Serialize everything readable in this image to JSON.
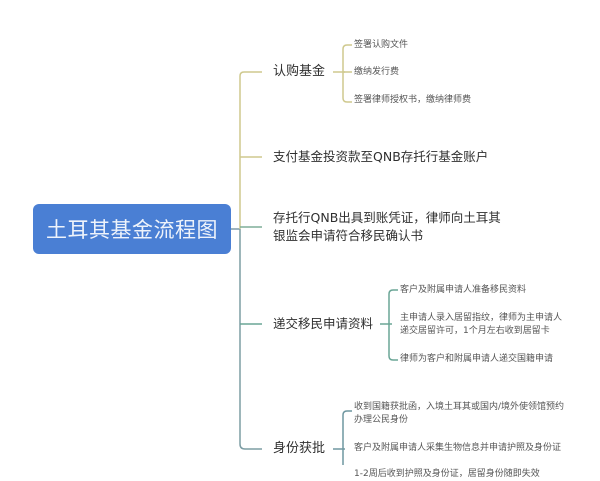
{
  "root": {
    "label": "土耳其基金流程图",
    "color": "#4a7fd4"
  },
  "branches": [
    {
      "label": "认购基金",
      "color": "#c9c48a",
      "children": [
        {
          "label": "签署认购文件"
        },
        {
          "label": "缴纳发行费"
        },
        {
          "label": "签署律师授权书，缴纳律师费"
        }
      ]
    },
    {
      "label": "支付基金投资款至QNB存托行基金账户",
      "color": "#c9c48a",
      "children": []
    },
    {
      "label_lines": [
        "存托行QNB出具到账凭证，律师向土耳其",
        "银监会申请符合移民确认书"
      ],
      "color": "#7fae98",
      "children": []
    },
    {
      "label": "递交移民申请资料",
      "color": "#6aa596",
      "children": [
        {
          "label": "客户及附属申请人准备移民资料"
        },
        {
          "label_lines": [
            "主申请人录入居留指纹，律师为主申请人",
            "递交居留许可，1个月左右收到居留卡"
          ]
        },
        {
          "label": "律师为客户和附属申请人递交国籍申请"
        }
      ]
    },
    {
      "label": "身份获批",
      "color": "#6f97a0",
      "children": [
        {
          "label_lines": [
            "收到国籍获批函，入境土耳其或国内/境外使领馆预约",
            "办理公民身份"
          ]
        },
        {
          "label": "客户及附属申请人采集生物信息并申请护照及身份证"
        },
        {
          "label": "1-2周后收到护照及身份证，居留身份随即失效"
        }
      ]
    }
  ]
}
